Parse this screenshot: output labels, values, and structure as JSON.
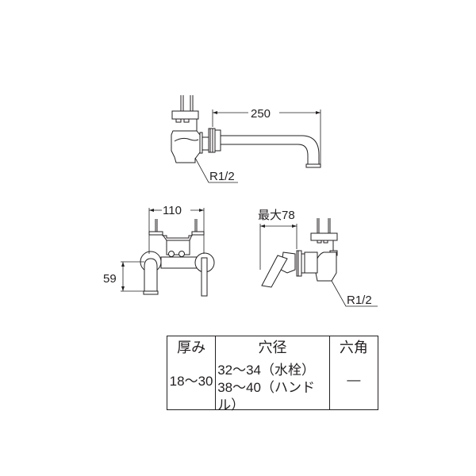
{
  "drawing": {
    "top_view": {
      "dimensions": {
        "spout_length": "250",
        "thread": "R1/2"
      }
    },
    "front_view": {
      "dimensions": {
        "width": "110",
        "height": "59"
      }
    },
    "side_view": {
      "dimensions": {
        "max_depth": "最大78",
        "thread": "R1/2"
      }
    }
  },
  "spec_table": {
    "columns": [
      {
        "header": "厚み",
        "values": [
          "18〜30"
        ]
      },
      {
        "header": "穴径",
        "values": [
          "32〜34（水栓）",
          "38〜40（ハンドル）"
        ]
      },
      {
        "header": "六角",
        "values": [
          "—"
        ]
      }
    ]
  }
}
